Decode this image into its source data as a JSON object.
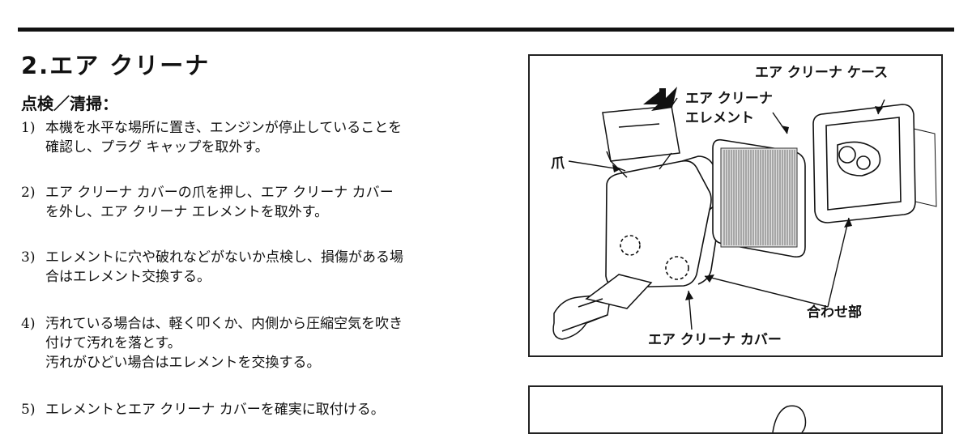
{
  "section": {
    "title": "2.エア クリーナ",
    "subtitle": "点検／清掃："
  },
  "steps": [
    {
      "num": "1)",
      "lines": [
        "本機を水平な場所に置き、エンジンが停止していることを",
        "確認し、プラグ キャップを取外す。"
      ]
    },
    {
      "num": "2)",
      "lines": [
        "エア クリーナ カバーの爪を押し、エア クリーナ カバー",
        "を外し、エア クリーナ エレメントを取外す。"
      ]
    },
    {
      "num": "3)",
      "lines": [
        "エレメントに穴や破れなどがないか点検し、損傷がある場",
        "合はエレメント交換する。"
      ]
    },
    {
      "num": "4)",
      "lines": [
        "汚れている場合は、軽く叩くか、内側から圧縮空気を吹き",
        "付けて汚れを落とす。",
        "汚れがひどい場合はエレメントを交換する。"
      ]
    },
    {
      "num": "5)",
      "lines": [
        "エレメントとエア クリーナ カバーを確実に取付ける。"
      ]
    }
  ],
  "figure": {
    "labels": {
      "case": "エア クリーナ ケース",
      "element_line1": "エア クリーナ",
      "element_line2": "エレメント",
      "claw": "爪",
      "joint": "合わせ部",
      "cover": "エア クリーナ カバー"
    }
  }
}
